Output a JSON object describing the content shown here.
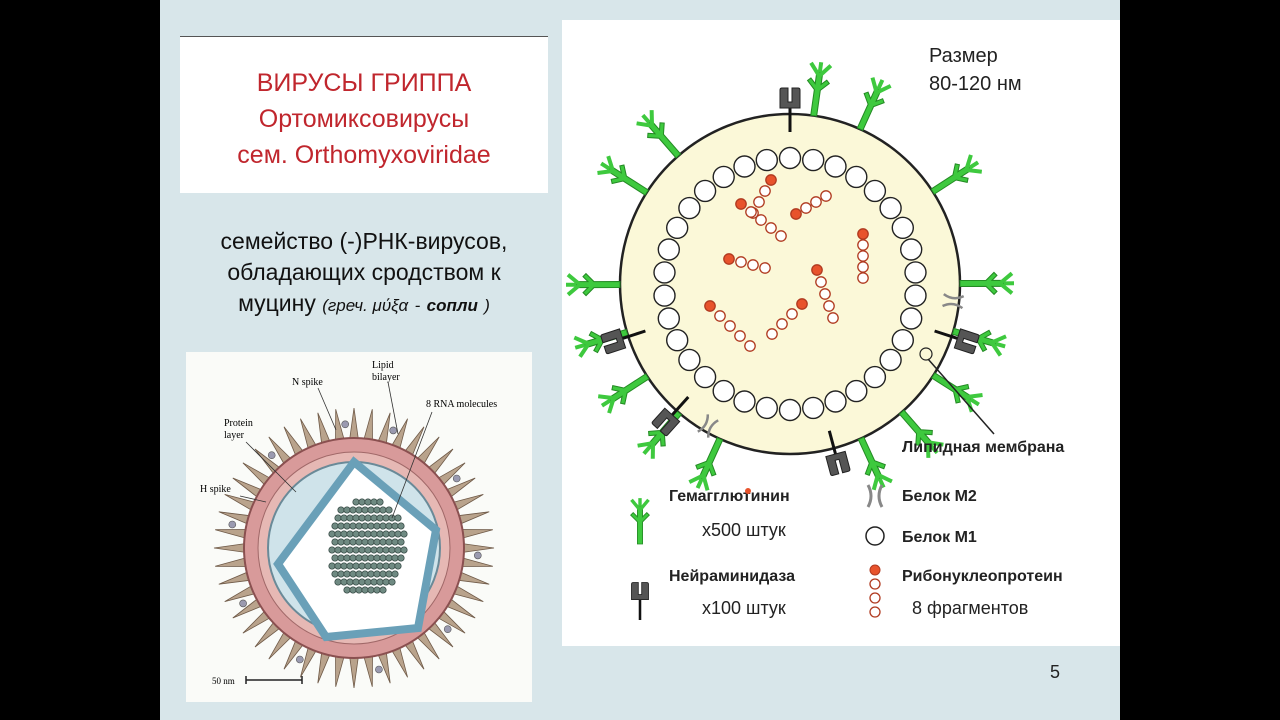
{
  "title": {
    "line1": "ВИРУСЫ ГРИППА",
    "line2": "Ортомиксовирусы",
    "line3": "сем. Orthomyxoviridae"
  },
  "description": {
    "line1": "семейство (-)РНК-вирусов,",
    "line2": "обладающих сродством к",
    "line3_main": "муцину",
    "line3_paren_open": "(",
    "line3_greek": "греч. μύξα",
    "line3_dash": "-",
    "line3_snot": "сопли",
    "line3_paren_close": ")"
  },
  "micrograph": {
    "label_lipid": "Lipid",
    "label_bilayer": "bilayer",
    "label_n_spike": "N spike",
    "label_rna": "8 RNA molecules",
    "label_protein": "Protein",
    "label_layer": "layer",
    "label_h_spike": "H spike",
    "label_scale": "50 nm"
  },
  "diagram": {
    "size_label": "Размер",
    "size_value": "80-120 нм",
    "membrane_label": "Липидная мембрана",
    "colors": {
      "hemagglutinin": "#3ec93e",
      "neuraminidase": "#555555",
      "envelope_fill": "#fbf8d8",
      "rnp": "#e8532c"
    }
  },
  "legend": {
    "hemagglutinin": "Гемагглютинин",
    "hemagglutinin_count": "х500 штук",
    "neuraminidase": "Нейраминидаза",
    "neuraminidase_count": "х100 штук",
    "m2": "Белок М2",
    "m1": "Белок М1",
    "rnp": "Рибонуклеопротеин",
    "rnp_count": "8 фрагментов"
  },
  "slide_number": "5"
}
